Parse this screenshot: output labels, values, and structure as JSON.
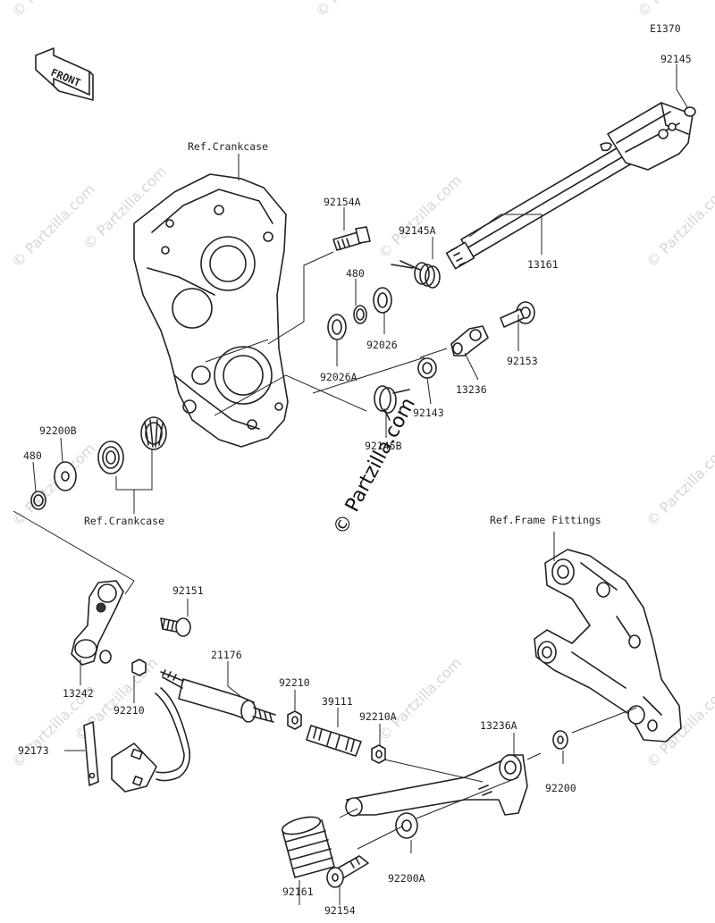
{
  "diagram_code": "E1370",
  "front_badge": "FRONT",
  "watermark": {
    "brand": "© Partzilla.com"
  },
  "references": {
    "crankcase_top": "Ref.Crankcase",
    "crankcase_bottom": "Ref.Crankcase",
    "frame_fittings": "Ref.Frame Fittings"
  },
  "parts": {
    "p92145": "92145",
    "p13161": "13161",
    "p92154A": "92154A",
    "p92145A": "92145A",
    "p480_top": "480",
    "p92026": "92026",
    "p92026A": "92026A",
    "p92153": "92153",
    "p13236": "13236",
    "p92143": "92143",
    "p92145B": "92145B",
    "p92200B": "92200B",
    "p480_left": "480",
    "p92151": "92151",
    "p13242": "13242",
    "p92210_left": "92210",
    "p21176": "21176",
    "p92210_mid": "92210",
    "p39111": "39111",
    "p92210A": "92210A",
    "p13236A": "13236A",
    "p92200": "92200",
    "p92173": "92173",
    "p92161": "92161",
    "p92200A": "92200A",
    "p92154": "92154"
  }
}
